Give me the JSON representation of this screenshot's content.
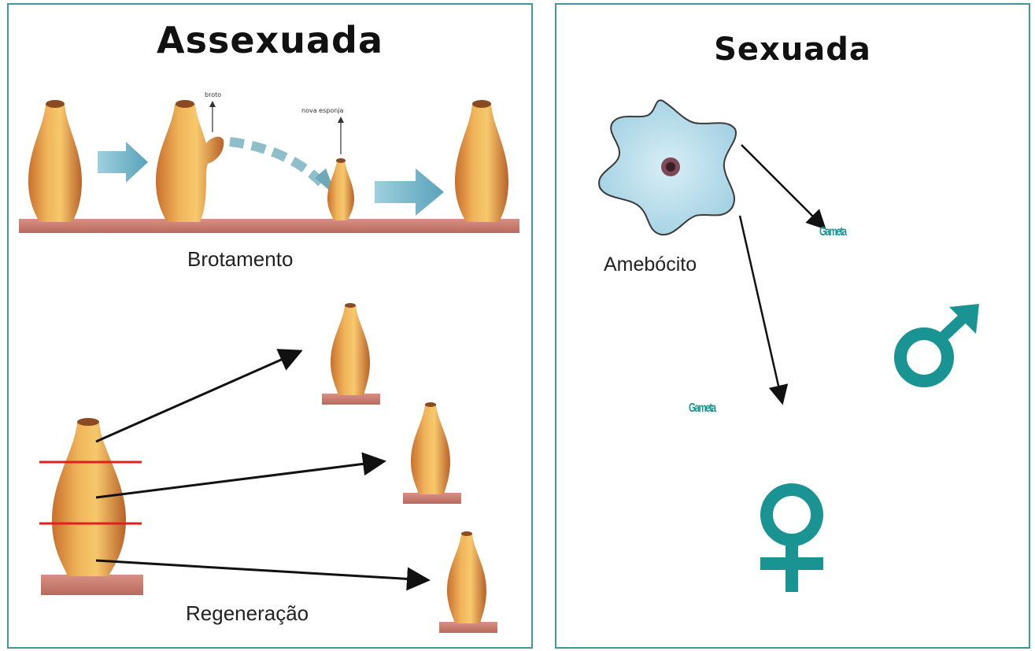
{
  "left_panel": {
    "title": "Assexuada",
    "budding_caption": "Brotamento",
    "regeneration_caption": "Regeneração",
    "bud_label": "broto",
    "new_sponge_label": "nova esponja"
  },
  "right_panel": {
    "title": "Sexuada",
    "amoebocyte_caption": "Amebócito",
    "gamete_male_label": "Gameta",
    "gamete_female_label": "Gameta",
    "male_symbol": "male-symbol-icon",
    "female_symbol": "female-symbol-icon"
  },
  "colors": {
    "frame": "#3a9aa0",
    "gameta": "#1a9493",
    "cut_line": "#e0201e",
    "sponge": "#e6a04a",
    "ground": "#c9786a",
    "flow_arrow": "#6fb3c8"
  }
}
